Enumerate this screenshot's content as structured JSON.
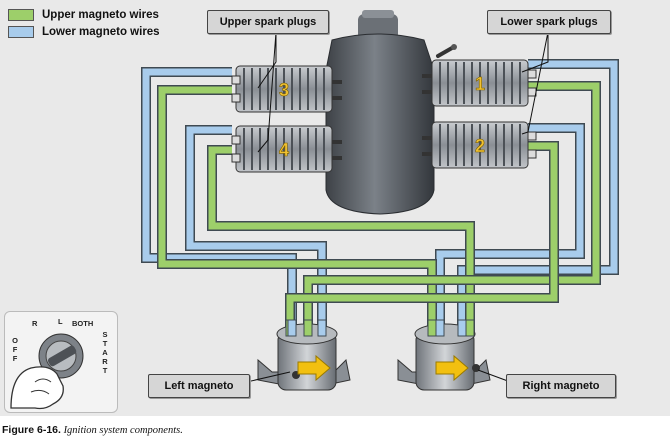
{
  "legend": {
    "items": [
      {
        "label": "Upper magneto wires",
        "color": "#9dcf6a"
      },
      {
        "label": "Lower magneto wires",
        "color": "#a8ccec"
      }
    ]
  },
  "labels": {
    "upper_spark_plugs": "Upper spark plugs",
    "lower_spark_plugs": "Lower spark plugs",
    "left_magneto": "Left magneto",
    "right_magneto": "Right magneto"
  },
  "cylinders": {
    "top_left": "3",
    "bottom_left": "4",
    "top_right": "1",
    "bottom_right": "2"
  },
  "ignition_switch": {
    "off_letters": [
      "O",
      "F",
      "F"
    ],
    "r": "R",
    "l": "L",
    "both": "BOTH",
    "start_letters": [
      "S",
      "T",
      "A",
      "R",
      "T"
    ]
  },
  "caption": {
    "number": "Figure 6-16.",
    "text": "Ignition system components."
  },
  "colors": {
    "upper_wire": "#9dcf6a",
    "lower_wire": "#a8ccec",
    "wire_outline": "#3f4a52",
    "background": "#e9e9e9",
    "cylinder_number": "#f1c232",
    "magneto_arrow": "#f2c010"
  }
}
